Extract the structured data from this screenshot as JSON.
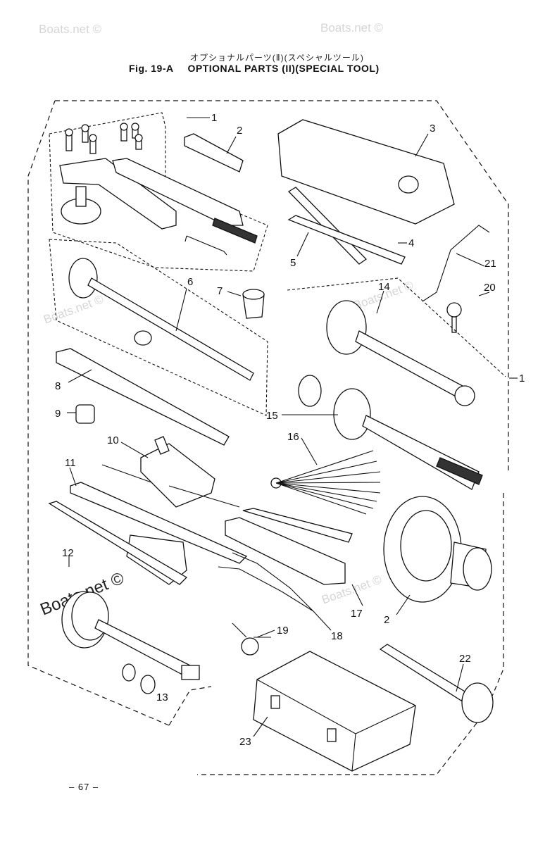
{
  "header": {
    "japanese_title": "オプショナルパーツ(Ⅱ)(スペシャルツール)",
    "figure_number": "Fig. 19-A",
    "figure_title": "OPTIONAL PARTS (II)(SPECIAL TOOL)"
  },
  "watermarks": [
    "Boats.net ©",
    "Boats.net ©",
    "Boats.net ©",
    "Boats.net ©",
    "Boats.net ©",
    "Boats.net ©"
  ],
  "callouts": {
    "c1_top": "1",
    "c2_top": "2",
    "c3": "3",
    "c4": "4",
    "c5": "5",
    "c6": "6",
    "c7": "7",
    "c8": "8",
    "c9": "9",
    "c10": "10",
    "c11": "11",
    "c12": "12",
    "c13": "13",
    "c14": "14",
    "c15": "15",
    "c16": "16",
    "c17": "17",
    "c18": "18",
    "c19": "19",
    "c20": "20",
    "c21": "21",
    "c22": "22",
    "c23": "23",
    "c1_right": "1",
    "c2_bottom": "2"
  },
  "footer": {
    "page_number": "– 67 –"
  }
}
